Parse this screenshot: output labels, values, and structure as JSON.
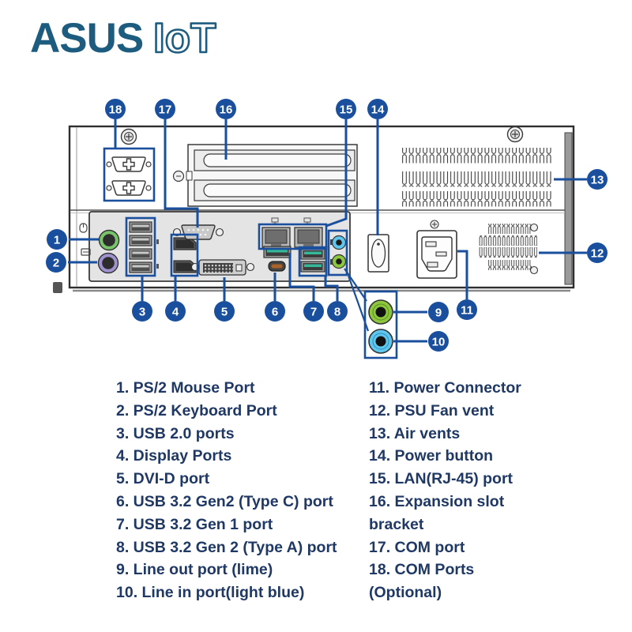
{
  "logo": {
    "brand": "ASUS",
    "product": "IoT"
  },
  "diagram": {
    "callouts": [
      "1",
      "2",
      "3",
      "4",
      "5",
      "6",
      "7",
      "8",
      "9",
      "10",
      "11",
      "12",
      "13",
      "14",
      "15",
      "16",
      "17",
      "18"
    ]
  },
  "legend": {
    "left": [
      "1. PS/2 Mouse Port",
      "2. PS/2 Keyboard Port",
      "3. USB 2.0 ports",
      "4. Display Ports",
      "5. DVI-D port",
      "6. USB 3.2 Gen2 (Type C) port",
      "7. USB 3.2 Gen 1 port",
      "8. USB 3.2 Gen 2 (Type A) port",
      "9. Line out port (lime)",
      "10. Line in port(light blue)"
    ],
    "right": [
      "11. Power Connector",
      "12. PSU Fan vent",
      "13. Air vents",
      "14. Power button",
      "15. LAN(RJ-45) port",
      "16. Expansion slot",
      "bracket",
      "17. COM port",
      "18. COM Ports",
      "(Optional)"
    ]
  },
  "colors": {
    "callout_blue": "#1a4f9d",
    "legend_text": "#1f3864",
    "logo_blue": "#1d5c7e",
    "ps2_mouse_green": "#79c36a",
    "ps2_keyboard_purple": "#a092ce",
    "line_out_lime": "#8dc63f",
    "line_in_light_blue": "#5fc6ee",
    "usb3_teal": "#35b89a"
  }
}
